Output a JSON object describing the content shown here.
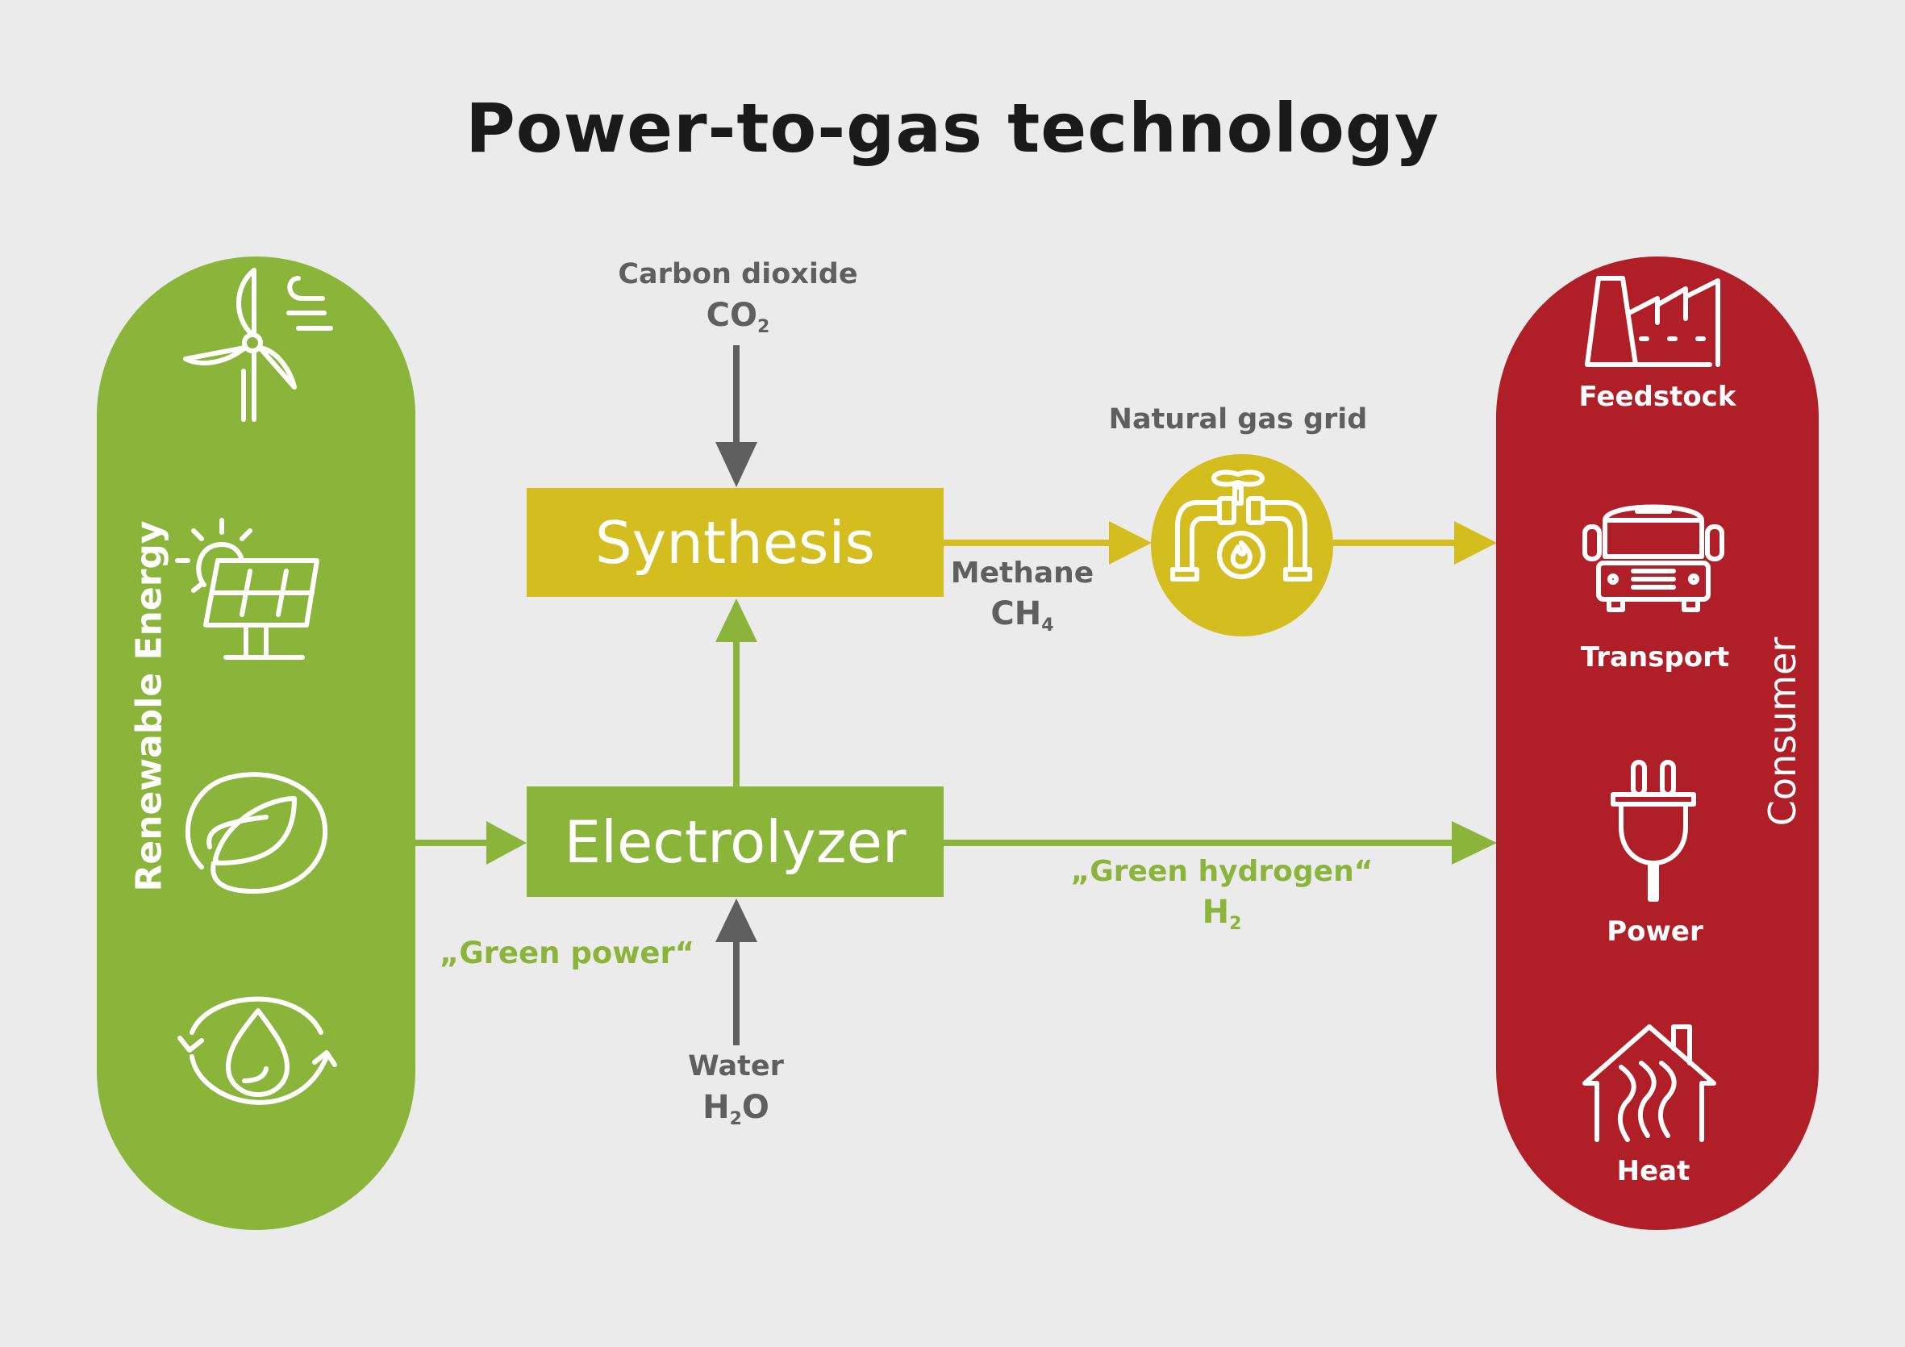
{
  "title": "Power-to-gas technology",
  "colors": {
    "background": "#ebebeb",
    "renewable_green": "#8ab53a",
    "synthesis_yellow": "#d4bd1e",
    "consumer_red": "#b01f27",
    "input_gray": "#5f5f5f"
  },
  "renewable_energy": {
    "label": "Renewable Energy",
    "icons": [
      "wind-turbine-icon",
      "solar-panel-icon",
      "leaf-cycle-icon",
      "water-cycle-icon"
    ]
  },
  "flow_labels": {
    "green_power": "„Green power“",
    "green_hydrogen": "„Green hydrogen“",
    "hydrogen_formula": {
      "base": "H",
      "sub": "2"
    },
    "methane": "Methane",
    "methane_formula": {
      "base": "CH",
      "sub": "4"
    },
    "natural_gas_grid": "Natural gas grid"
  },
  "inputs": {
    "carbon_dioxide": {
      "label": "Carbon dioxide",
      "base": "CO",
      "sub": "2"
    },
    "water": {
      "label": "Water",
      "base": "H",
      "sub": "2",
      "tail": "O"
    }
  },
  "processes": {
    "synthesis": "Synthesis",
    "electrolyzer": "Electrolyzer"
  },
  "consumer": {
    "label": "Consumer",
    "items": [
      {
        "label": "Feedstock",
        "icon": "factory-icon"
      },
      {
        "label": "Transport",
        "icon": "bus-icon"
      },
      {
        "label": "Power",
        "icon": "plug-icon"
      },
      {
        "label": "Heat",
        "icon": "house-heat-icon"
      }
    ]
  }
}
